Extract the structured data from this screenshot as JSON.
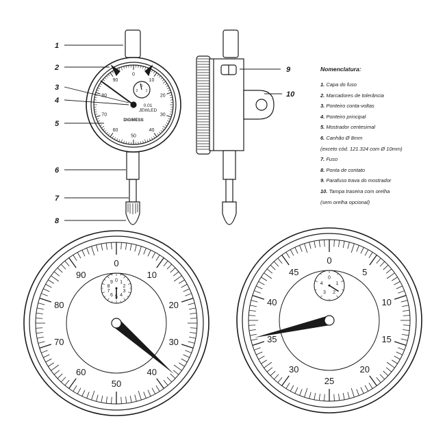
{
  "callouts_front": [
    {
      "number": "1"
    },
    {
      "number": "2"
    },
    {
      "number": "3"
    },
    {
      "number": "4"
    },
    {
      "number": "5"
    },
    {
      "number": "6"
    },
    {
      "number": "7"
    },
    {
      "number": "8"
    }
  ],
  "callouts_side": [
    {
      "number": "9"
    },
    {
      "number": "10"
    }
  ],
  "small_gauge": {
    "brand": "DIGIMESS",
    "resolution": "0.01",
    "jewel_label": "JEWLED",
    "main_labels": [
      "0",
      "10",
      "20",
      "30",
      "40",
      "50",
      "60",
      "70",
      "80",
      "90"
    ],
    "sub_labels": [
      "0",
      "1",
      "2"
    ]
  },
  "legend": {
    "title": "Nomenclatura:",
    "items": [
      {
        "num": "1.",
        "text": "Capa do fuso"
      },
      {
        "num": "2.",
        "text": "Marcadores de tolerância"
      },
      {
        "num": "3.",
        "text": "Ponteiro conta-voltas"
      },
      {
        "num": "4.",
        "text": "Ponteiro principal"
      },
      {
        "num": "5.",
        "text": "Mostrador centesimal"
      },
      {
        "num": "6.",
        "text": "Canhão Ø 8mm"
      },
      {
        "num": "",
        "text": "(exceto cód. 121.324 com Ø 10mm)"
      },
      {
        "num": "7.",
        "text": "Fuso"
      },
      {
        "num": "8.",
        "text": "Ponta de contato"
      },
      {
        "num": "9.",
        "text": "Parafuso trava do mostrador"
      },
      {
        "num": "10.",
        "text": "Tampa traseira com orelha"
      },
      {
        "num": "",
        "text": "(sem orelha opcional)"
      }
    ]
  },
  "dial_left": {
    "labels": [
      "0",
      "10",
      "20",
      "30",
      "40",
      "50",
      "60",
      "70",
      "80",
      "90"
    ],
    "sub_labels": [
      "0",
      "1",
      "2",
      "3",
      "4",
      "5",
      "6",
      "7",
      "8",
      "9"
    ],
    "pointer_reading": 36.5,
    "sub_reading": 5
  },
  "dial_right": {
    "labels": [
      "0",
      "5",
      "10",
      "15",
      "20",
      "25",
      "30",
      "35",
      "40",
      "45"
    ],
    "sub_labels": [
      "0",
      "1",
      "2",
      "3",
      "4"
    ],
    "pointer_reading": 35.7,
    "sub_reading": 1.7
  }
}
